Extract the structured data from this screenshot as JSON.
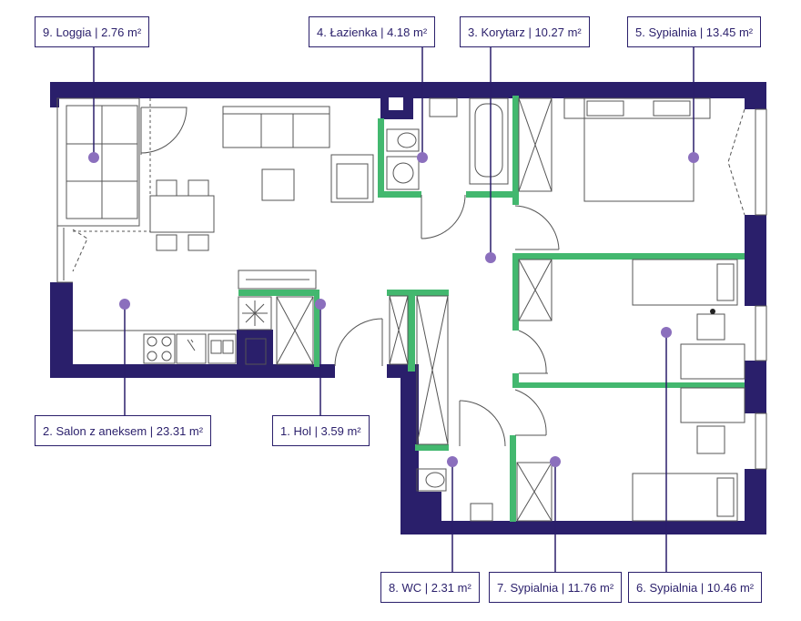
{
  "colors": {
    "outer_wall": "#2a1f6b",
    "partition_wall": "#43b86f",
    "fixture_line": "#555555",
    "room_marker": "#8b6fbd",
    "leader_line": "#2a1f6b"
  },
  "rooms": [
    {
      "id": "loggia",
      "label": "9. Loggia | 2.76 m²"
    },
    {
      "id": "lazienka",
      "label": "4. Łazienka | 4.18 m²"
    },
    {
      "id": "korytarz",
      "label": "3. Korytarz | 10.27 m²"
    },
    {
      "id": "sypialnia5",
      "label": "5. Sypialnia | 13.45 m²"
    },
    {
      "id": "salon",
      "label": "2. Salon z aneksem | 23.31 m²"
    },
    {
      "id": "hol",
      "label": "1. Hol | 3.59 m²"
    },
    {
      "id": "wc",
      "label": "8. WC | 2.31 m²"
    },
    {
      "id": "sypialnia7",
      "label": "7. Sypialnia | 11.76 m²"
    },
    {
      "id": "sypialnia6",
      "label": "6. Sypialnia | 10.46 m²"
    }
  ]
}
